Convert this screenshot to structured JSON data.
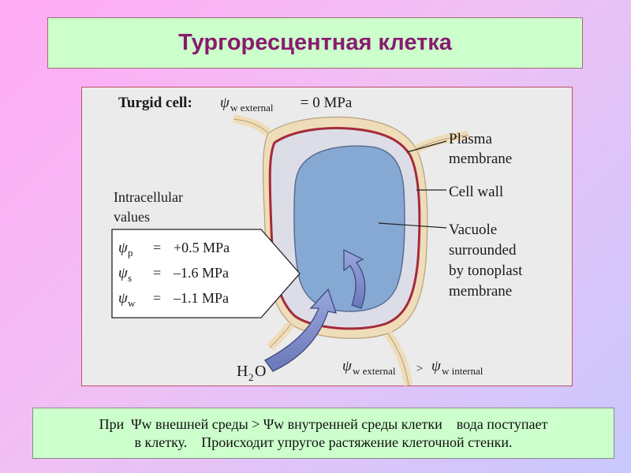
{
  "slide": {
    "title": "Тургоресцентная клетка",
    "caption_line1": "При  Ψw внешней среды > Ψw внутренней среды клетки    вода поступает",
    "caption_line2": "в клетку.    Происходит упругое растяжение клеточной стенки."
  },
  "figure": {
    "heading_bold": "Turgid cell:",
    "heading_formula": "ψ",
    "heading_sub": "w external",
    "heading_value": " = 0 MPa",
    "intracellular_line1": "Intracellular",
    "intracellular_line2": "values",
    "values": [
      {
        "symbol": "ψ",
        "sub": "p",
        "eq": "=",
        "value": "+0.5 MPa"
      },
      {
        "symbol": "ψ",
        "sub": "s",
        "eq": "=",
        "value": "–1.6 MPa"
      },
      {
        "symbol": "ψ",
        "sub": "w",
        "eq": "=",
        "value": "–1.1 MPa"
      }
    ],
    "labels": {
      "plasma_membrane_1": "Plasma",
      "plasma_membrane_2": "membrane",
      "cell_wall": "Cell wall",
      "vacuole_1": "Vacuole",
      "vacuole_2": "surrounded",
      "vacuole_3": "by tonoplast",
      "vacuole_4": "membrane"
    },
    "water": {
      "base": "H",
      "sub": "2",
      "tail": "O"
    },
    "bottom_formula": {
      "psi1": "ψ",
      "sub1": "w external",
      "gt": " > ",
      "psi2": "ψ",
      "sub2": "w internal"
    }
  }
}
